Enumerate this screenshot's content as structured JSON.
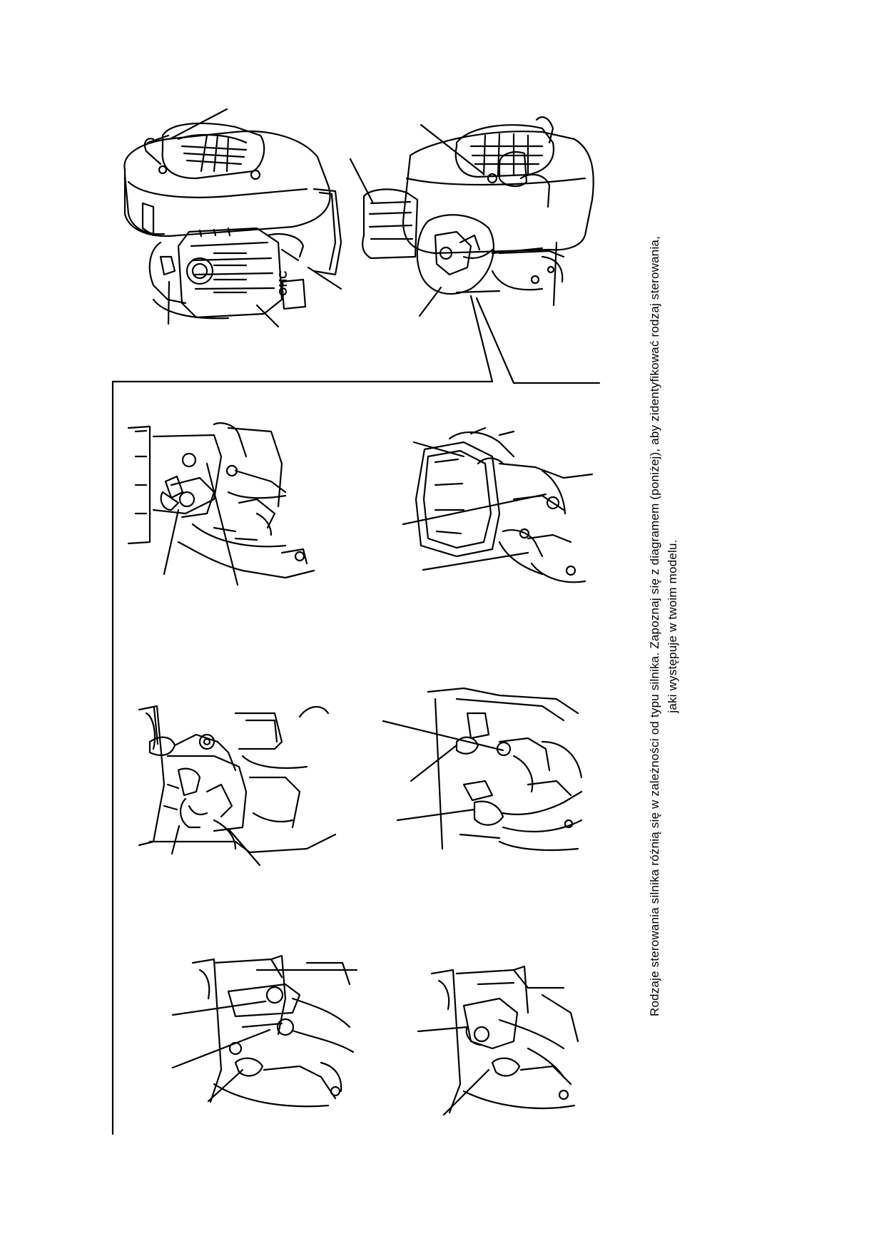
{
  "caption": {
    "line1": "Rodzaje sterowania silnika różnią się w zależności od typu silnika. Zapoznaj się z diagramem (poniżej), aby zidentyfikować rodzaj sterowania,",
    "line2": "jaki występuje w twoim modelu."
  },
  "figure": {
    "engine_badge_text": "OHC"
  }
}
